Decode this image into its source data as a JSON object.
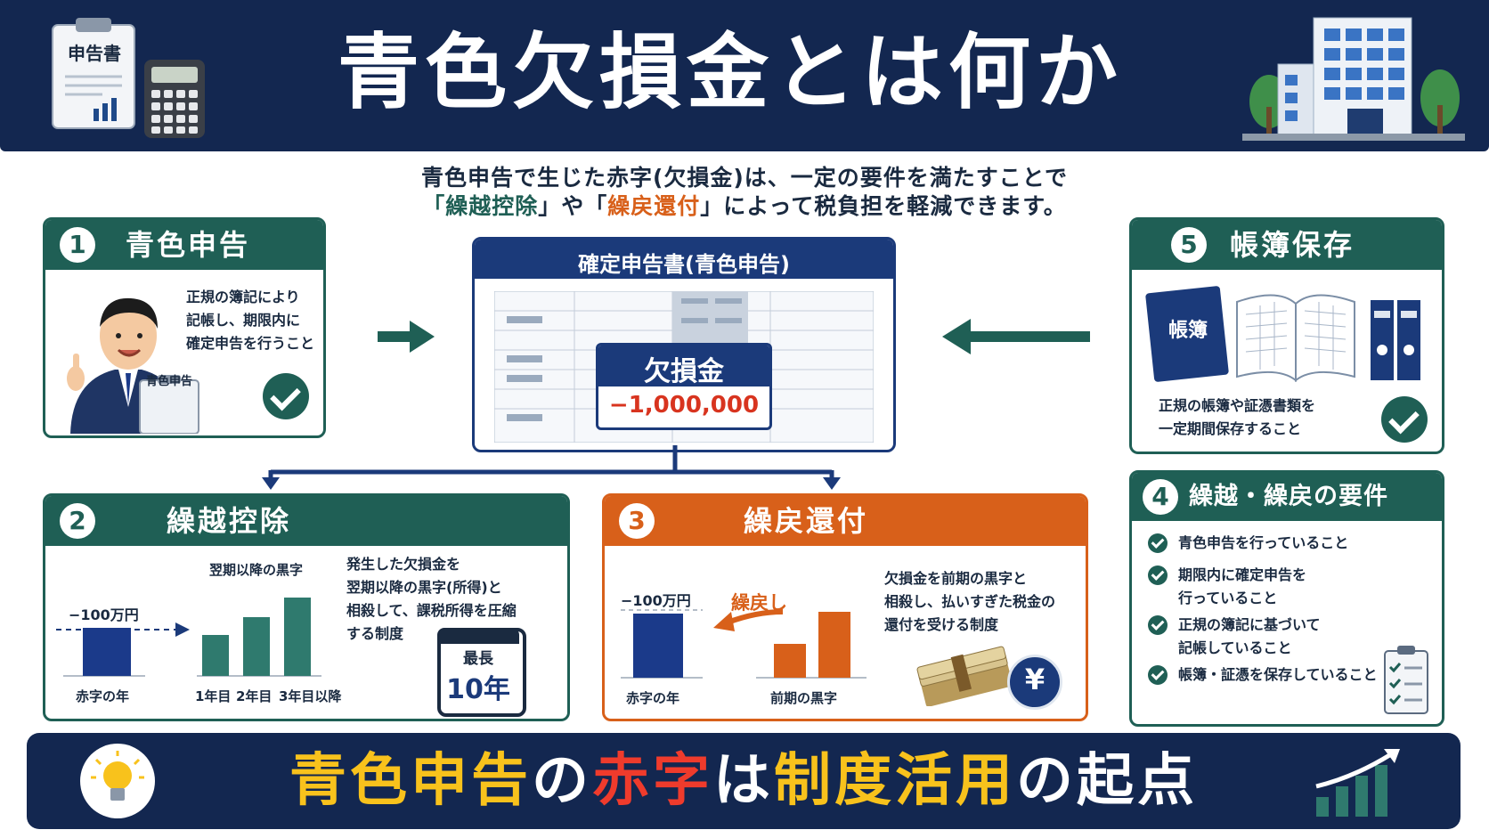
{
  "header": {
    "title": "青色欠損金とは何か",
    "doc_label": "申告書"
  },
  "intro": {
    "line1": "青色申告で生じた赤字(欠損金)は、一定の要件を満たすことで",
    "line2_q1": "「",
    "line2_kw1": "繰越控除",
    "line2_mid": "」や「",
    "line2_kw2": "繰戻還付",
    "line2_end": "」によって税負担を軽減できます。"
  },
  "panel1": {
    "num": "1",
    "title": "青色申告",
    "text": [
      "正規の簿記により",
      "記帳し、期限内に",
      "確定申告を行うこと"
    ],
    "board_label": "青色申告"
  },
  "center": {
    "title": "確定申告書(青色申告)",
    "box_label": "欠損金",
    "box_value": "−1,000,000"
  },
  "panel5": {
    "num": "5",
    "title": "帳簿保存",
    "book_label": "帳簿",
    "text": [
      "正規の帳簿や証憑書類を",
      "一定期間保存すること"
    ]
  },
  "panel2": {
    "num": "2",
    "title": "繰越控除",
    "loss_label": "−100万円",
    "profit_title": "翌期以降の黒字",
    "x_loss": "赤字の年",
    "x_years": [
      "1年目",
      "2年目",
      "3年目以降"
    ],
    "text": [
      "発生した欠損金を",
      "翌期以降の黒字(所得)と",
      "相殺して、課税所得を圧縮",
      "する制度"
    ],
    "calendar_top": "最長",
    "calendar_value": "10年"
  },
  "panel3": {
    "num": "3",
    "title": "繰戻還付",
    "loss_label": "−100万円",
    "arrow_label": "繰戻し",
    "x_loss": "赤字の年",
    "x_prev": "前期の黒字",
    "text": [
      "欠損金を前期の黒字と",
      "相殺し、払いすぎた税金の",
      "還付を受ける制度"
    ],
    "yen": "¥"
  },
  "panel4": {
    "num": "4",
    "title": "繰越・繰戻の要件",
    "items": [
      [
        "青色申告を行っていること"
      ],
      [
        "期限内に確定申告を",
        "行っていること"
      ],
      [
        "正規の簿記に基づいて",
        "記帳していること"
      ],
      [
        "帳簿・証憑を保存していること"
      ]
    ]
  },
  "footer": {
    "part1": "青色申告",
    "part2": "の",
    "part3": "赤字",
    "part4": "は",
    "part5": "制度活用",
    "part6": "の起点"
  },
  "colors": {
    "navy": "#132750",
    "green": "#1f5f55",
    "orange": "#d8601a",
    "yellow": "#f8c21c",
    "red": "#ef3b2c",
    "loss_bar": "#1b3a8a",
    "profit_bar_green": "#2f7a6e",
    "profit_bar_orange": "#d8601a"
  }
}
